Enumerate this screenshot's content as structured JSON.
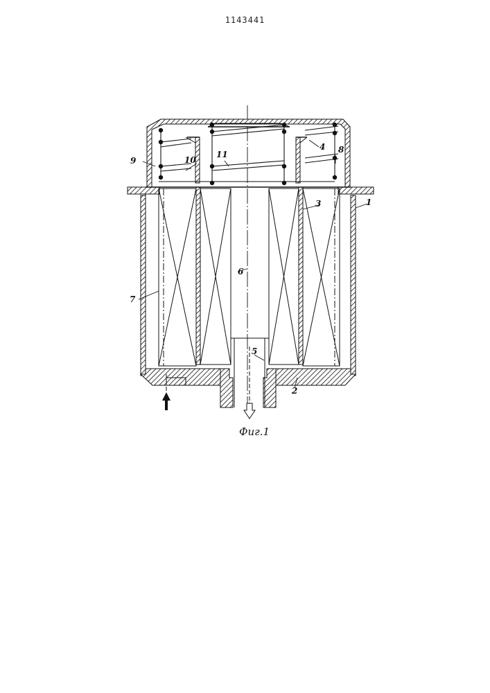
{
  "header": {
    "patent_number": "1143441"
  },
  "figure": {
    "caption": "Фиг.1",
    "labels": {
      "l1": "1",
      "l2": "2",
      "l3": "3",
      "l4": "4",
      "l5": "5",
      "l6": "6",
      "l7": "7",
      "l8": "8",
      "l9": "9",
      "l10": "10",
      "l11": "11"
    }
  }
}
